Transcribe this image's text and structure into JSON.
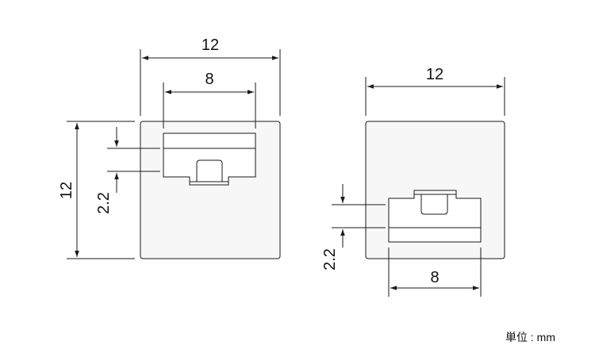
{
  "left_view": {
    "width_outer": "12",
    "width_inner": "8",
    "height_outer": "12",
    "offset": "2.2"
  },
  "right_view": {
    "width_outer": "12",
    "width_inner": "8",
    "offset": "2.2"
  },
  "unit_label": "単位 : mm",
  "colors": {
    "line": "#1a1a1a",
    "fill": "#f7f7f7",
    "slot_fill": "#ffffff"
  }
}
